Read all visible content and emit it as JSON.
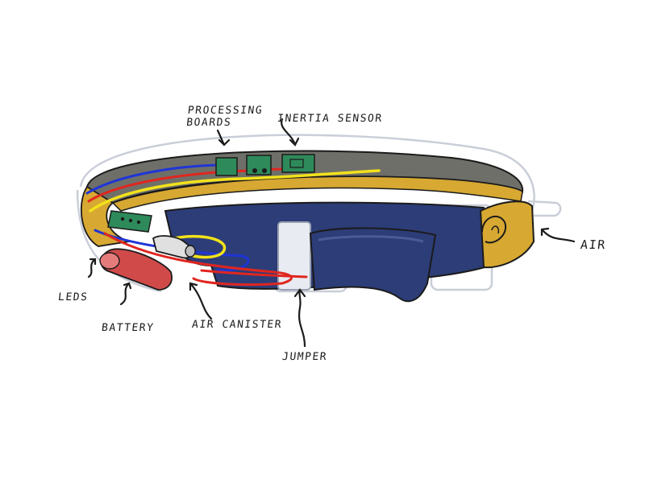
{
  "labels": {
    "processing_boards": "PROCESSING\nBOARDS",
    "inertia_sensor": "INERTIA SENSOR",
    "air": "AIR",
    "leds": "LEDS",
    "battery": "BATTERY",
    "air_canister": "AIR CANISTER",
    "jumper": "JUMPER"
  },
  "colors": {
    "belt_navy": "#2c3d78",
    "belt_navy_dark": "#1e2b5a",
    "inner_gray": "#6f6f69",
    "gold": "#d7a832",
    "gold_light": "#ecc95a",
    "board_green": "#2e8a5a",
    "battery_red": "#d14a4a",
    "wire_red": "#e0261f",
    "wire_blue": "#1f35d6",
    "wire_yellow": "#f2e21a",
    "outline_ghost": "#c9ced8",
    "ink": "#1b1b1b"
  }
}
